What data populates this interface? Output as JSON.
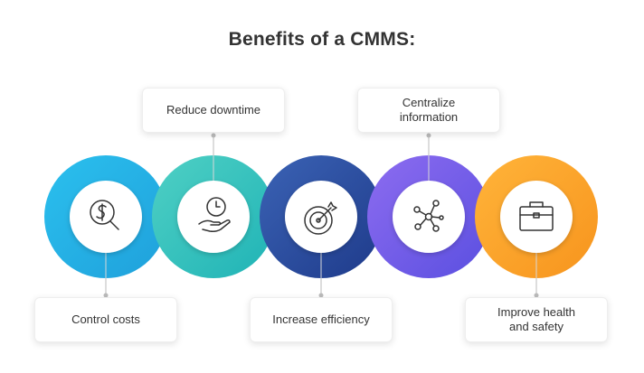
{
  "title": "Benefits of a CMMS:",
  "benefits": [
    {
      "label": "Control costs",
      "color_start": "#2bc0ee",
      "color_end": "#1fa0db",
      "icon": "dollar-magnifier-icon"
    },
    {
      "label": "Reduce downtime",
      "color_start": "#4fd0c4",
      "color_end": "#1fb3b6",
      "icon": "clock-hand-icon"
    },
    {
      "label": "Increase efficiency",
      "color_start": "#3b63b5",
      "color_end": "#1e3a8a",
      "icon": "target-icon"
    },
    {
      "label": "Centralize\ninformation",
      "color_start": "#8d6cf0",
      "color_end": "#5a4fe0",
      "icon": "network-hub-icon"
    },
    {
      "label": "Improve health\nand safety",
      "color_start": "#ffb43a",
      "color_end": "#f7941d",
      "icon": "briefcase-icon"
    }
  ]
}
